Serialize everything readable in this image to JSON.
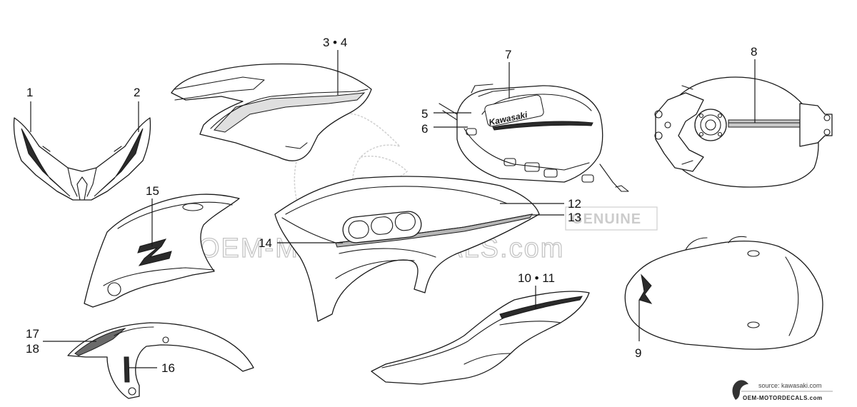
{
  "watermark": {
    "main": "OEM-MOTORDECALS.com",
    "badge": "GENUINE"
  },
  "source": {
    "text": "source: kawasaki.com",
    "brand": "OEM-MOTORDECALS.com"
  },
  "decal_text": {
    "tank_logo": "Kawasaki"
  },
  "callouts": [
    {
      "id": "c1",
      "label": "1"
    },
    {
      "id": "c2",
      "label": "2"
    },
    {
      "id": "c3",
      "label": "3 • 4"
    },
    {
      "id": "c5",
      "label": "5"
    },
    {
      "id": "c6",
      "label": "6"
    },
    {
      "id": "c7",
      "label": "7"
    },
    {
      "id": "c8",
      "label": "8"
    },
    {
      "id": "c9",
      "label": "9"
    },
    {
      "id": "c10",
      "label": "10 • 11"
    },
    {
      "id": "c12",
      "label": "12"
    },
    {
      "id": "c13",
      "label": "13"
    },
    {
      "id": "c14",
      "label": "14"
    },
    {
      "id": "c15",
      "label": "15"
    },
    {
      "id": "c16",
      "label": "16"
    },
    {
      "id": "c17",
      "label": "17"
    },
    {
      "id": "c18",
      "label": "18"
    }
  ],
  "colors": {
    "line": "#1a1a1a",
    "watermark": "#c4c4c4",
    "background": "#ffffff"
  }
}
